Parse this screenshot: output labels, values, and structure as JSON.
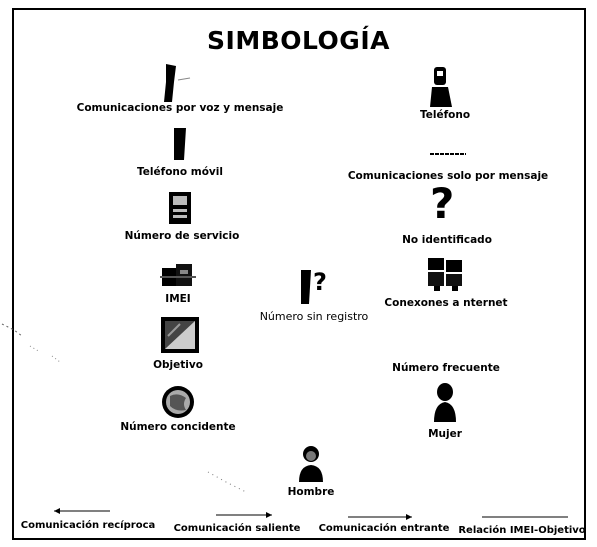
{
  "title": "SIMBOLOGÍA",
  "symbols": {
    "voz_mensaje": "Comunicaciones por voz y mensaje",
    "telefono": "Teléfono",
    "movil": "Teléfono móvil",
    "solo_mensaje": "Comunicaciones solo por mensaje",
    "servicio": "Número de servicio",
    "no_identificado": "No identificado",
    "imei": "IMEI",
    "internet": "Conexones a nternet",
    "sin_registro": "Número sin registro",
    "objetivo": "Objetivo",
    "frecuente": "Número frecuente",
    "coincidente": "Número concidente",
    "mujer": "Mujer",
    "hombre": "Hombre"
  },
  "legend": {
    "reciproca": "Comunicación recíproca",
    "saliente": "Comunicación saliente",
    "entrante": "Comunicación entrante",
    "relacion": "Relación IMEI-Objetivo"
  },
  "colors": {
    "ink": "#000000",
    "background": "#ffffff"
  },
  "icons": [
    "phone-handset-icon",
    "desk-phone-icon",
    "mobile-phone-icon",
    "message-line-icon",
    "service-machine-icon",
    "question-mark-icon",
    "imei-device-icon",
    "computer-network-icon",
    "phone-question-icon",
    "target-image-icon",
    "globe-circle-icon",
    "woman-icon",
    "man-icon"
  ]
}
